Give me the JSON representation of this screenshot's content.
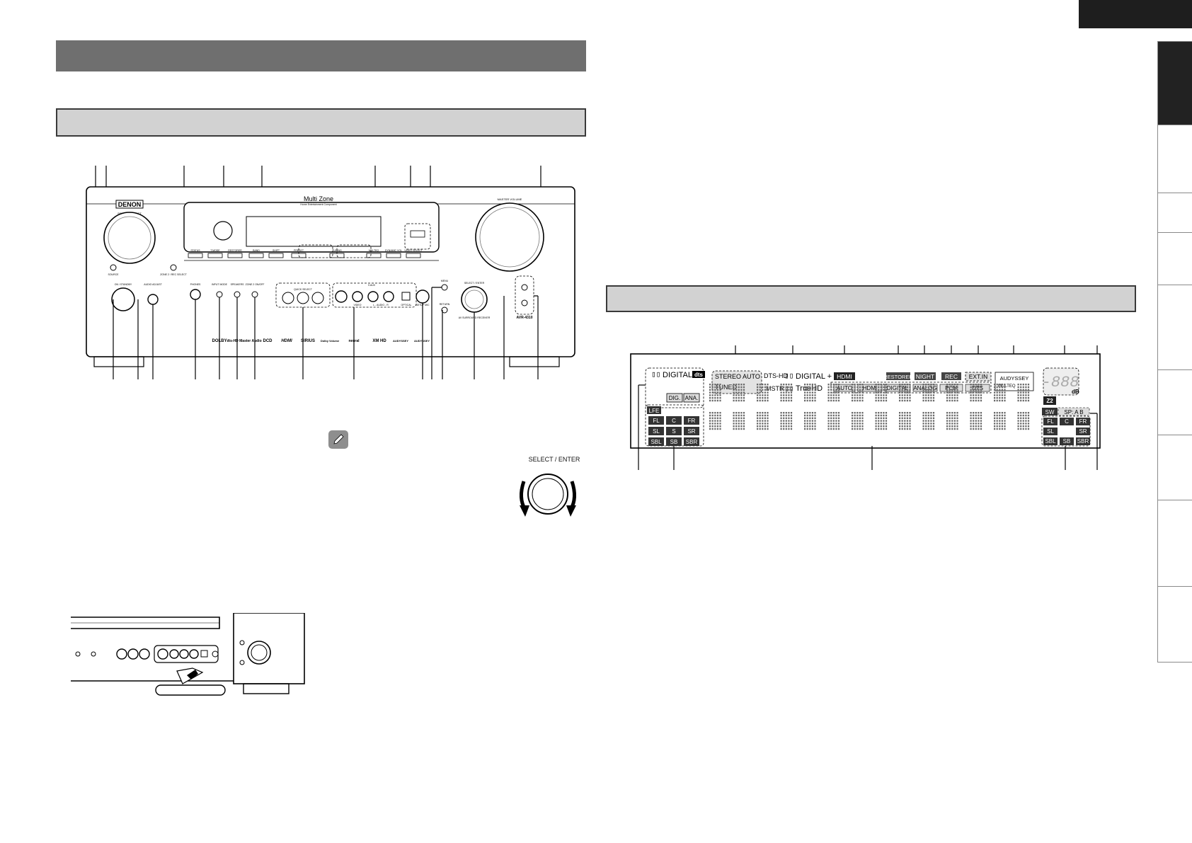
{
  "front_panel": {
    "brand": "DENON",
    "source_select_label": "SOURCE SELECT",
    "zone_badge": "Multi Zone",
    "zone_badge_sub": "Home Entertainment Component",
    "master_volume_label": "MASTER VOLUME",
    "button_row_labels": [
      "STATUS",
      "T.MODE",
      "RESTORER",
      "BAND",
      "SHIFT",
      "PRESET",
      "TUNING",
      "MULTEQ",
      "DYNAMIC VOL",
      "VIDEO SELECT"
    ],
    "source_label": "SOURCE",
    "zone2_label": "ZONE 2 / REC SELECT",
    "on_standby": "ON / STANDBY",
    "audio_adjust": "AUDIO ADJUST",
    "phones": "PHONES",
    "input_mode": "INPUT MODE",
    "speakers": "SPEAKERS",
    "zone2_onoff": "ZONE 2 ON/OFF",
    "quick_select": "QUICK SELECT",
    "v_aux": "V.AUX",
    "video": "VIDEO",
    "audio_lr": "L - AUDIO - R",
    "optical": "OPTICAL",
    "setup_mic": "SETUP MIC",
    "menu": "MENU",
    "return": "RETURN",
    "select_enter": "SELECT / ENTER",
    "av_surround": "AV SURROUND RECEIVER",
    "model": "AVR-4310",
    "logos": [
      "DOLBY",
      "dts-HD Master Audio",
      "DCD",
      "HDMI",
      "SIRIUS",
      "Dolby Volume",
      "neural",
      "XM HD",
      "AUDYSSEY",
      "AUDYSSEY"
    ]
  },
  "select_dial_label": "SELECT / ENTER",
  "display": {
    "dolby_digital": "DIGITAL",
    "dts_badge": "dts",
    "dig": "DIG.",
    "ana": "ANA.",
    "stereo": "STEREO",
    "auto": "AUTO",
    "tuned": "TUNED",
    "dts_hd": "DTS-HD",
    "dolby_digital_plus": "DIGITAL +",
    "mstr": "MSTR",
    "truehd": "TrueHD",
    "hdmi": "HDMI",
    "restorer": "RESTORER",
    "night": "NIGHT",
    "rec": "REC",
    "ext_in": "EXT.IN",
    "audyssey": "AUDYSSEY",
    "multeq": "MULTEQ",
    "auto2": "AUTO",
    "hdmi2": "HDMI",
    "digital": "DIGITAL",
    "analog": "ANALOG",
    "pcm": "PCM",
    "dts2": "DTS",
    "level_value": "-888",
    "db": "dB",
    "z2": "Z2",
    "sw": "SW",
    "sp_ab": "SP: A B",
    "lfe": "LFE",
    "input_ch": [
      "FL",
      "C",
      "FR",
      "SL",
      "S",
      "SR",
      "SBL",
      "SB",
      "SBR"
    ],
    "output_ch": [
      "FL",
      "C",
      "FR",
      "SL",
      "",
      "SR",
      "SBL",
      "SB",
      "SBR"
    ]
  }
}
